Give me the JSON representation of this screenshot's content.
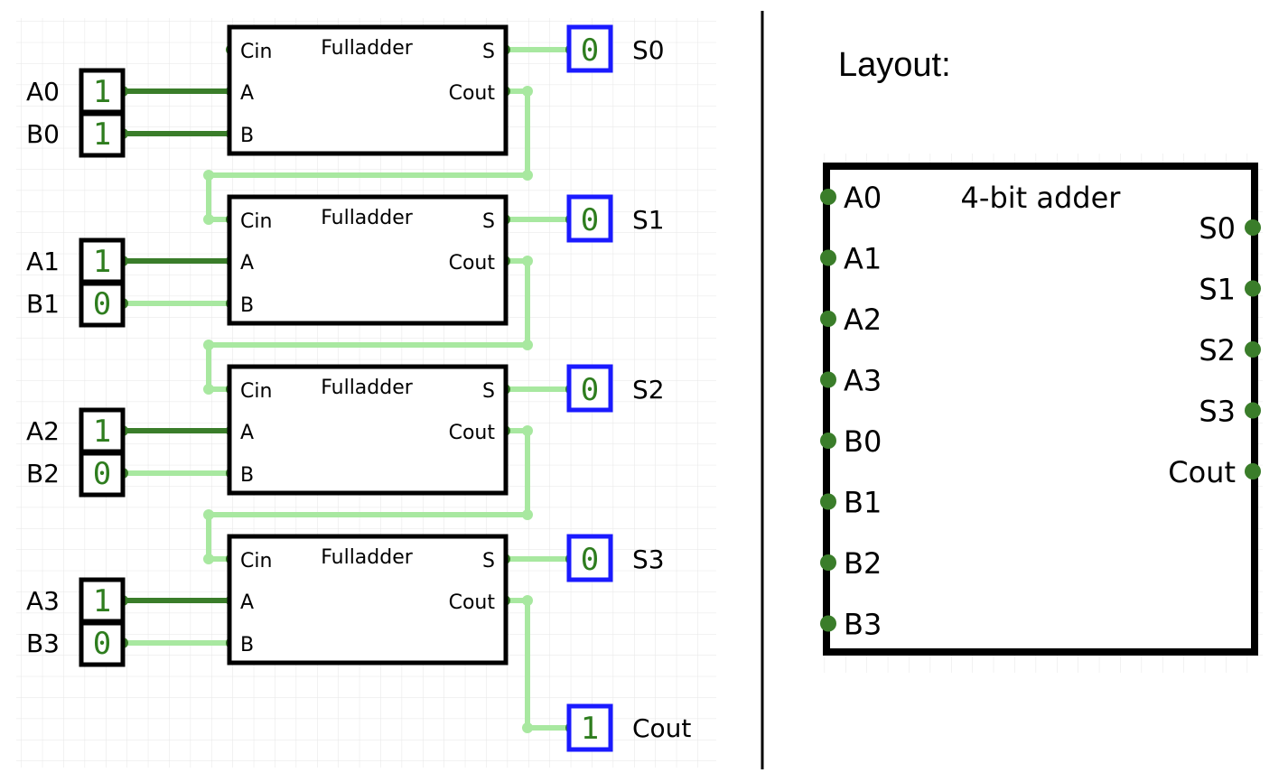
{
  "colors": {
    "grid": "#e6e6e6",
    "wire_low": "#a8e8a0",
    "wire_high": "#3a7d2a",
    "pin_dot": "#3a7d2a",
    "value_text": "#2e7d1e",
    "output_box": "#1a1aff",
    "box": "#000000"
  },
  "circuit": {
    "block_title": "Fulladder",
    "pins": {
      "cin": "Cin",
      "a": "A",
      "b": "B",
      "s": "S",
      "cout": "Cout"
    },
    "stages": [
      {
        "a_label": "A0",
        "b_label": "B0",
        "a_value": "1",
        "b_value": "1",
        "s_label": "S0",
        "s_value": "0"
      },
      {
        "a_label": "A1",
        "b_label": "B1",
        "a_value": "1",
        "b_value": "0",
        "s_label": "S1",
        "s_value": "0"
      },
      {
        "a_label": "A2",
        "b_label": "B2",
        "a_value": "1",
        "b_value": "0",
        "s_label": "S2",
        "s_value": "0"
      },
      {
        "a_label": "A3",
        "b_label": "B3",
        "a_value": "1",
        "b_value": "0",
        "s_label": "S3",
        "s_value": "0"
      }
    ],
    "carry_out": {
      "label": "Cout",
      "value": "1"
    }
  },
  "layout_panel": {
    "heading": "Layout:",
    "block_title": "4-bit adder",
    "inputs": [
      "A0",
      "A1",
      "A2",
      "A3",
      "B0",
      "B1",
      "B2",
      "B3"
    ],
    "outputs": [
      "S0",
      "S1",
      "S2",
      "S3",
      "Cout"
    ]
  }
}
